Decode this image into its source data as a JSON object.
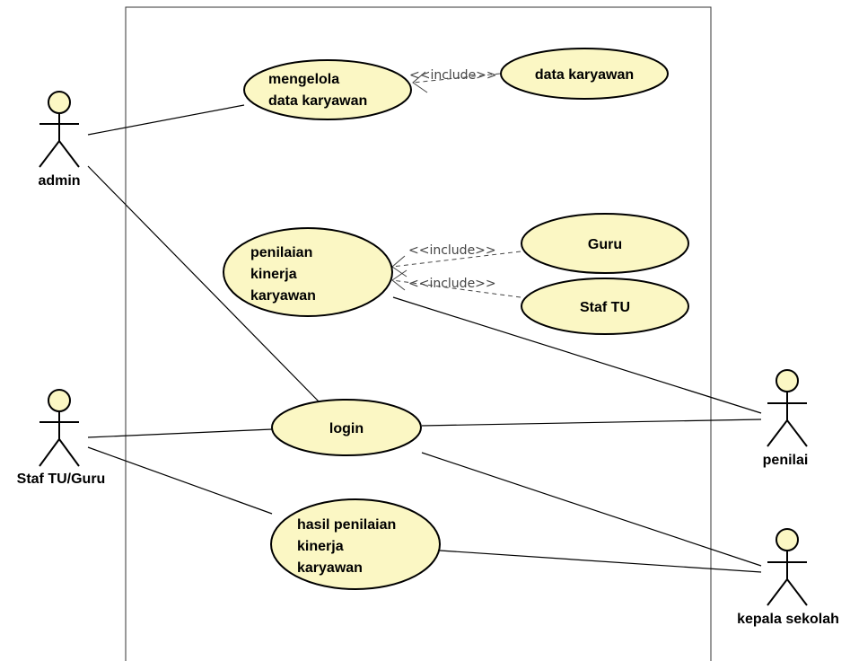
{
  "actors": {
    "admin": "admin",
    "staf_tu_guru": "Staf TU/Guru",
    "penilai": "penilai",
    "kepala_sekolah": "kepala sekolah"
  },
  "use_cases": {
    "mengelola": [
      "mengelola",
      "data karyawan"
    ],
    "data_karyawan": "data karyawan",
    "penilaian": [
      "penilaian",
      "kinerja",
      "karyawan"
    ],
    "guru": "Guru",
    "staf_tu": "Staf TU",
    "login": "login",
    "hasil": [
      "hasil penilaian",
      "kinerja",
      "karyawan"
    ]
  },
  "relations": {
    "include_label": "<<include>>"
  }
}
